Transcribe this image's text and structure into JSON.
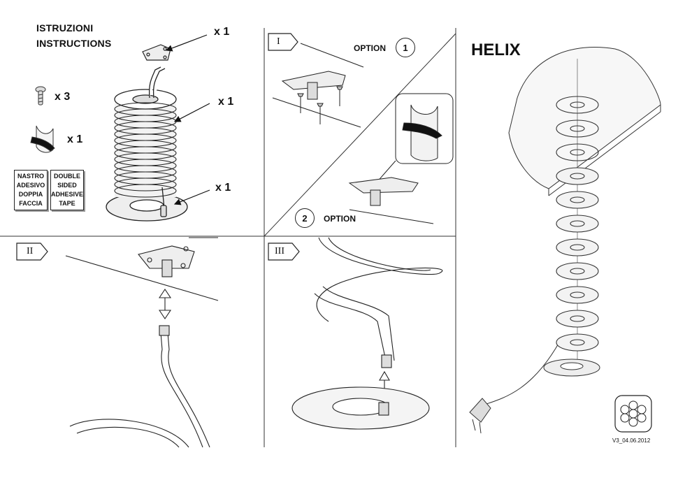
{
  "header": {
    "title_it": "ISTRUZIONI",
    "title_en": "INSTRUCTIONS",
    "brand": "HELIX",
    "version": "V3_04.06.2012"
  },
  "parts": {
    "bracket_qty": "x 1",
    "helix_qty": "x 1",
    "base_qty": "x 1",
    "screws_qty": "x 3",
    "tape_qty": "x 1"
  },
  "tape_label_it": [
    "NASTRO",
    "ADESIVO",
    "DOPPIA",
    "FACCIA"
  ],
  "tape_label_en": [
    "DOUBLE",
    "SIDED",
    "ADHESIVE",
    "TAPE"
  ],
  "steps": {
    "step1": "I",
    "step2": "II",
    "step3": "III",
    "option_word": "OPTION",
    "option1_num": "1",
    "option2_num": "2"
  },
  "icons": [
    "screw-icon",
    "adhesive-tape-icon",
    "mounting-bracket-icon",
    "helix-coil-icon",
    "round-base-icon",
    "power-plug-icon",
    "double-arrow-icon",
    "logo-icon"
  ]
}
